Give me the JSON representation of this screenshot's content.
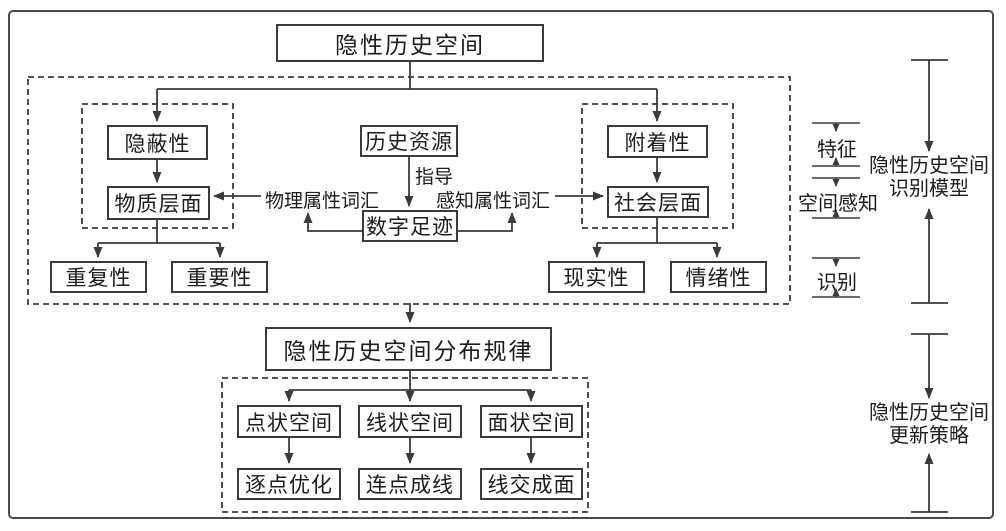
{
  "figure": {
    "root_label": "隐性历史空间",
    "model": {
      "material_branch": {
        "attribute": "隐蔽性",
        "layer": "物质层面",
        "factors": [
          "重复性",
          "重要性"
        ],
        "vocab": "物理属性词汇"
      },
      "center": {
        "resource": "历史资源",
        "guide": "指导",
        "footprint": "数字足迹"
      },
      "social_branch": {
        "attribute": "附着性",
        "layer": "社会层面",
        "factors": [
          "现实性",
          "情绪性"
        ],
        "vocab": "感知属性词汇"
      },
      "stages": {
        "feature": "特征",
        "spatial_perception": "空间感知",
        "recognition": "识别"
      },
      "bracket": [
        "隐性历史空间",
        "识别模型"
      ]
    },
    "distribution": {
      "title": "隐性历史空间分布规律",
      "columns": [
        {
          "space": "点状空间",
          "method": "逐点优化"
        },
        {
          "space": "线状空间",
          "method": "连点成线"
        },
        {
          "space": "面状空间",
          "method": "线交成面"
        }
      ],
      "bracket": [
        "隐性历史空间",
        "更新策略"
      ]
    }
  },
  "colors": {
    "line": "#3a3a3a",
    "text": "#1c1c1c",
    "background": "#ffffff",
    "frame_border": "#4a4a4a"
  }
}
